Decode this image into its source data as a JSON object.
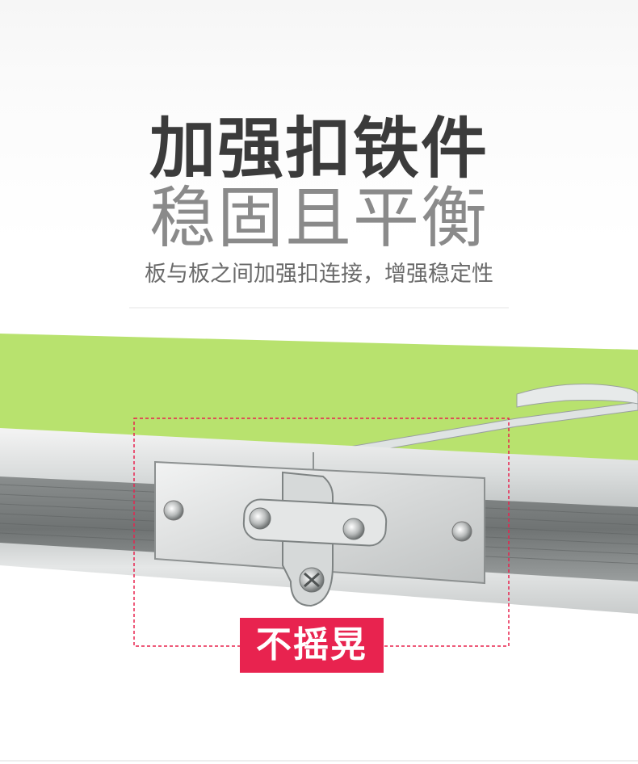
{
  "headline": "加强扣铁件",
  "subline": "稳固且平衡",
  "description": "板与板之间加强扣连接，增强稳定性",
  "badge": "不摇晃",
  "colors": {
    "headline": "#3b3b3b",
    "subline": "#8a8a8a",
    "table_surface": "#b8e26e",
    "badge_bg": "#e8234f",
    "dashed_frame": "#e8234f"
  }
}
